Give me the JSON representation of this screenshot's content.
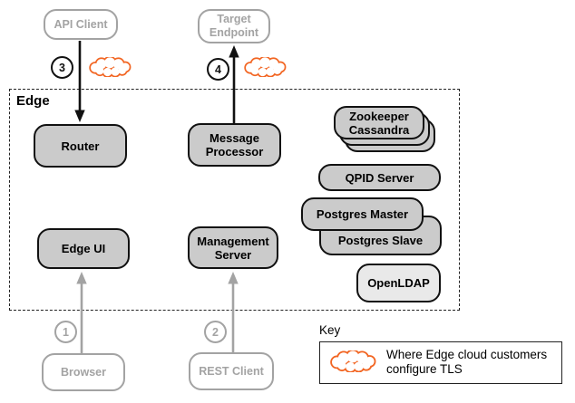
{
  "edge": {
    "label": "Edge"
  },
  "clients": {
    "api_client": "API Client",
    "target_endpoint": "Target Endpoint",
    "browser": "Browser",
    "rest_client": "REST Client"
  },
  "components": {
    "router": "Router",
    "message_processor": "Message Processor",
    "edge_ui": "Edge UI",
    "management_server": "Management Server",
    "zookeeper": "Zookeeper",
    "cassandra": "Cassandra",
    "qpid_server": "QPID Server",
    "postgres_master": "Postgres Master",
    "postgres_slave": "Postgres Slave",
    "openldap": "OpenLDAP"
  },
  "steps": {
    "s1": "1",
    "s2": "2",
    "s3": "3",
    "s4": "4"
  },
  "key": {
    "title": "Key",
    "cloud_meaning": "Where Edge cloud customers configure TLS"
  },
  "colors": {
    "node_fill": "#cbcbcb",
    "node_border": "#111111",
    "openldap_fill": "#e9e9e9",
    "muted_gray": "#a3a3a3",
    "cloud_orange": "#f26522"
  }
}
